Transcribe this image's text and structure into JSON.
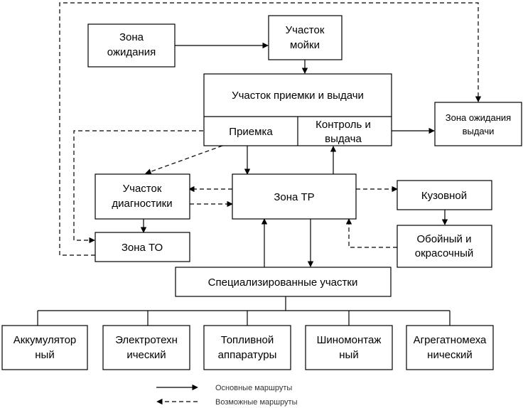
{
  "nodes": {
    "waiting_zone": [
      "Зона",
      "ожидания"
    ],
    "washing": [
      "Участок",
      "мойки"
    ],
    "reception_issue": "Участок приемки и выдачи",
    "reception": "Приемка",
    "control_issue": [
      "Контроль и",
      "выдача"
    ],
    "issue_waiting": [
      "Зона ожидания",
      "выдачи"
    ],
    "diagnostics": [
      "Участок",
      "диагностики"
    ],
    "tr_zone": "Зона ТР",
    "body_shop": "Кузовной",
    "upholstery_paint": [
      "Обойный и",
      "окрасочный"
    ],
    "to_zone": "Зона ТО",
    "specialized": "Специализированные участки",
    "battery": [
      "Аккумулятор",
      "ный"
    ],
    "electrical": [
      "Электротехн",
      "ический"
    ],
    "fuel": [
      "Топливной",
      "аппаратуры"
    ],
    "tire": [
      "Шиномонтаж",
      "ный"
    ],
    "aggregate": [
      "Агрегатномеха",
      "нический"
    ]
  },
  "legend": {
    "main": "Основные маршруты",
    "possible": "Возможные маршруты"
  }
}
